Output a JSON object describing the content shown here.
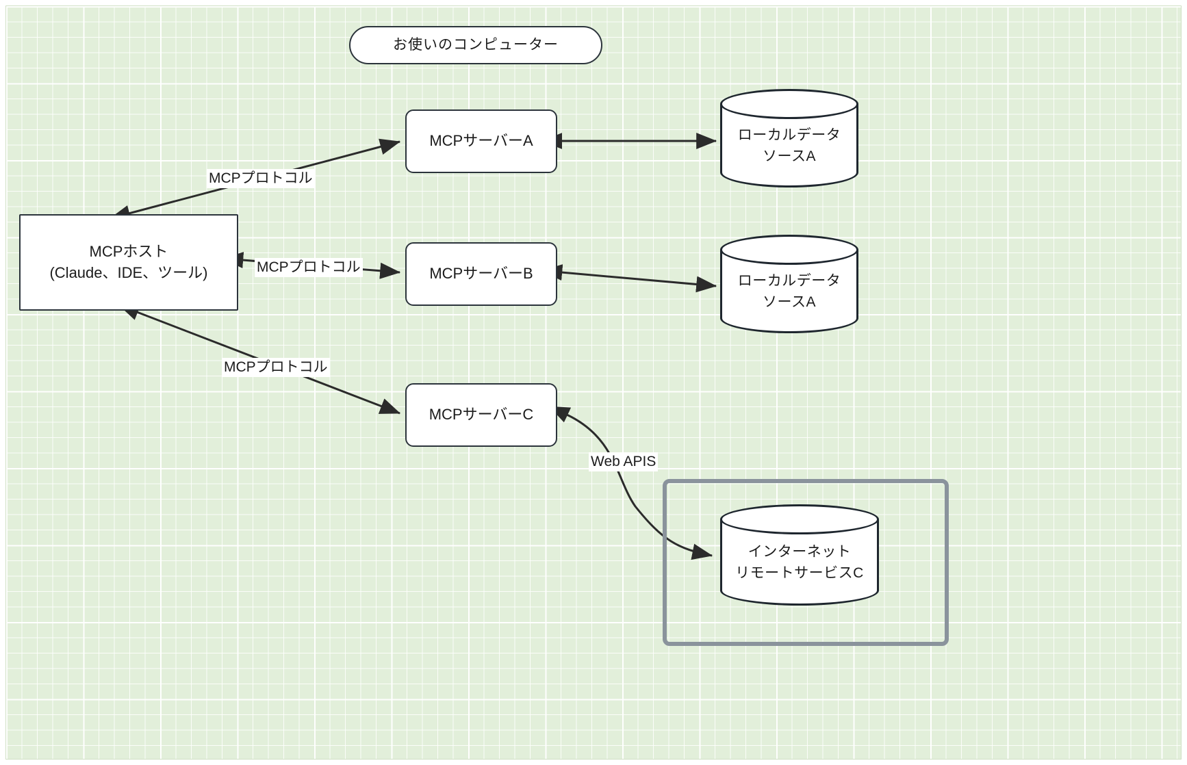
{
  "diagram": {
    "title_pill": "お使いのコンピューター",
    "background_color": "#e2efda",
    "grid_line_color": "#ffffff",
    "node_border_color": "#2b333b",
    "group_border_color": "#8a939c",
    "arrow_color": "#2b2b2b"
  },
  "nodes": {
    "computer_pill": {
      "label": "お使いのコンピューター"
    },
    "host": {
      "line1": "MCPホスト",
      "line2": "(Claude、IDE、ツール)"
    },
    "server_a": {
      "label": "MCPサーバーA"
    },
    "server_b": {
      "label": "MCPサーバーB"
    },
    "server_c": {
      "label": "MCPサーバーC"
    },
    "datasource_a": {
      "line1": "ローカルデータ",
      "line2": "ソースA"
    },
    "datasource_b": {
      "line1": "ローカルデータ",
      "line2": "ソースA"
    },
    "remote_service": {
      "line1": "インターネット",
      "line2": "リモートサービスC"
    }
  },
  "edge_labels": {
    "protocol_a": "MCPプロトコル",
    "protocol_b": "MCPプロトコル",
    "protocol_c": "MCPプロトコル",
    "web_apis": "Web APIS"
  }
}
